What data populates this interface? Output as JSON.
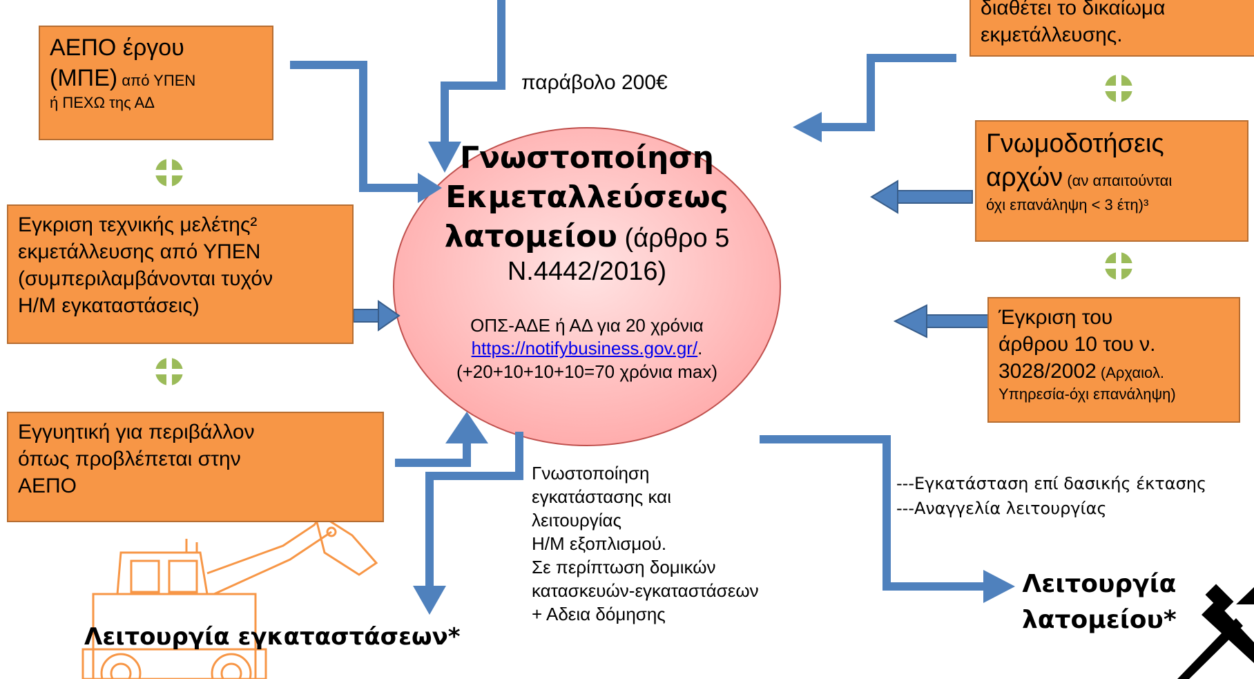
{
  "fee": "παράβολο  200€",
  "left_boxes": {
    "aepo": {
      "line1": "ΑΕΠΟ έργου",
      "line2_big": "(ΜΠΕ)",
      "line2_small": " από ΥΠΕΝ",
      "line3": "ή ΠΕΧΩ  της ΑΔ"
    },
    "technical": {
      "line1": "Εγκριση τεχνικής  μελέτης²",
      "line2": "εκμετάλλευσης από ΥΠΕΝ",
      "line3": "(συμπεριλαμβάνονται τυχόν",
      "line4": "Η/Μ εγκαταστάσεις)"
    },
    "guarantee": {
      "line1": "Εγγυητική για περιβάλλον",
      "line2": "όπως προβλέπεται στην",
      "line3": "ΑΕΠΟ"
    }
  },
  "right_boxes": {
    "rights": {
      "line1": "διαθέτει το δικαίωμα",
      "line2": "εκμετάλλευσης."
    },
    "opinions": {
      "line1": "Γνωμοδοτήσεις",
      "line2_big": "αρχών",
      "line2_small": " (αν απαιτούνται",
      "line3": "όχι επανάληψη < 3 έτη)³"
    },
    "archaeology": {
      "line1": "Έγκριση του",
      "line2": "άρθρου 10 του ν.",
      "line3_big": "3028/2002",
      "line3_small": "  (Αρχαιολ.",
      "line4": "Υπηρεσία-όχι επανάληψη)"
    }
  },
  "center": {
    "title1": "Γνωστοποίηση",
    "title2": "Εκμεταλλεύσεως",
    "title3": "λατομείου",
    "title3_rest": " (άρθρο 5",
    "law": "Ν.4442/2016)",
    "note1": "ΟΠΣ-ΑΔΕ ή ΑΔ για 20 χρόνια",
    "link": "https://notifybusiness.gov.gr/",
    "link_suffix": ".",
    "note3": "(+20+10+10+10=70 χρόνια max)"
  },
  "bottom_middle": [
    "Γνωστοποίηση",
    "εγκατάστασης και",
    "λειτουργίας",
    "Η/Μ εξοπλισμού.",
    "Σε περίπτωση δομικών",
    "κατασκευών-εγκαταστάσεων",
    "+ Αδεια δόμησης"
  ],
  "bottom_right_notes": [
    "---Εγκατάσταση επί δασικής έκτασης",
    "---Αναγγελία  λειτουργίας"
  ],
  "outcome_installations": "Λειτουργία εγκαταστάσεων*",
  "outcome_quarry": {
    "line1": "Λειτουργία",
    "line2": "λατομείου*"
  },
  "colors": {
    "box_fill": "#f79646",
    "arrow": "#4f81bd",
    "plus": "#9bbb59",
    "ellipse": "#ffc4c4",
    "excavator": "#f79646"
  }
}
